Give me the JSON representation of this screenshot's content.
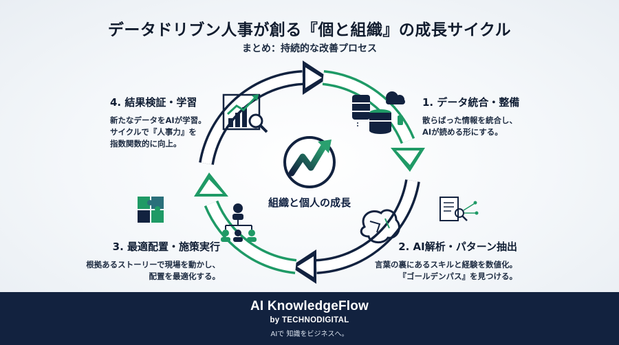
{
  "title": "データドリブン人事が創る『個と組織』の成長サイクル",
  "subtitle": "まとめ：持続的な改善プロセス",
  "center": {
    "label": "組織と個人の成長"
  },
  "steps": [
    {
      "title": "1. データ統合・整備",
      "desc": [
        "散らばった情報を統合し、",
        "AIが読める形にする。"
      ],
      "icon": "database-cloud-icon"
    },
    {
      "title": "2. AI解析・パターン抽出",
      "desc": [
        "言葉の裏にあるスキルと経験を数値化。",
        "『ゴールデンパス』を見つける。"
      ],
      "icon": "brain-circuit-icon"
    },
    {
      "title": "3. 最適配置・施策実行",
      "desc": [
        "根拠あるストーリーで現場を動かし、",
        "配置を最適化する。"
      ],
      "icon": "puzzle-org-chart-icon"
    },
    {
      "title": "4. 結果検証・学習",
      "desc": [
        "新たなデータをAIが学習。",
        "サイクルで『人事力』を",
        "指数関数的に向上。"
      ],
      "icon": "chart-magnifier-icon"
    }
  ],
  "footer": {
    "brand": "AI KnowledgeFlow",
    "by": "by TECHNODIGITAL",
    "tagline": "AIで 知識をビジネスへ。"
  },
  "colors": {
    "navy": "#12223f",
    "green": "#1f9a66",
    "teal": "#2a8a86",
    "dark": "#111c2e"
  }
}
